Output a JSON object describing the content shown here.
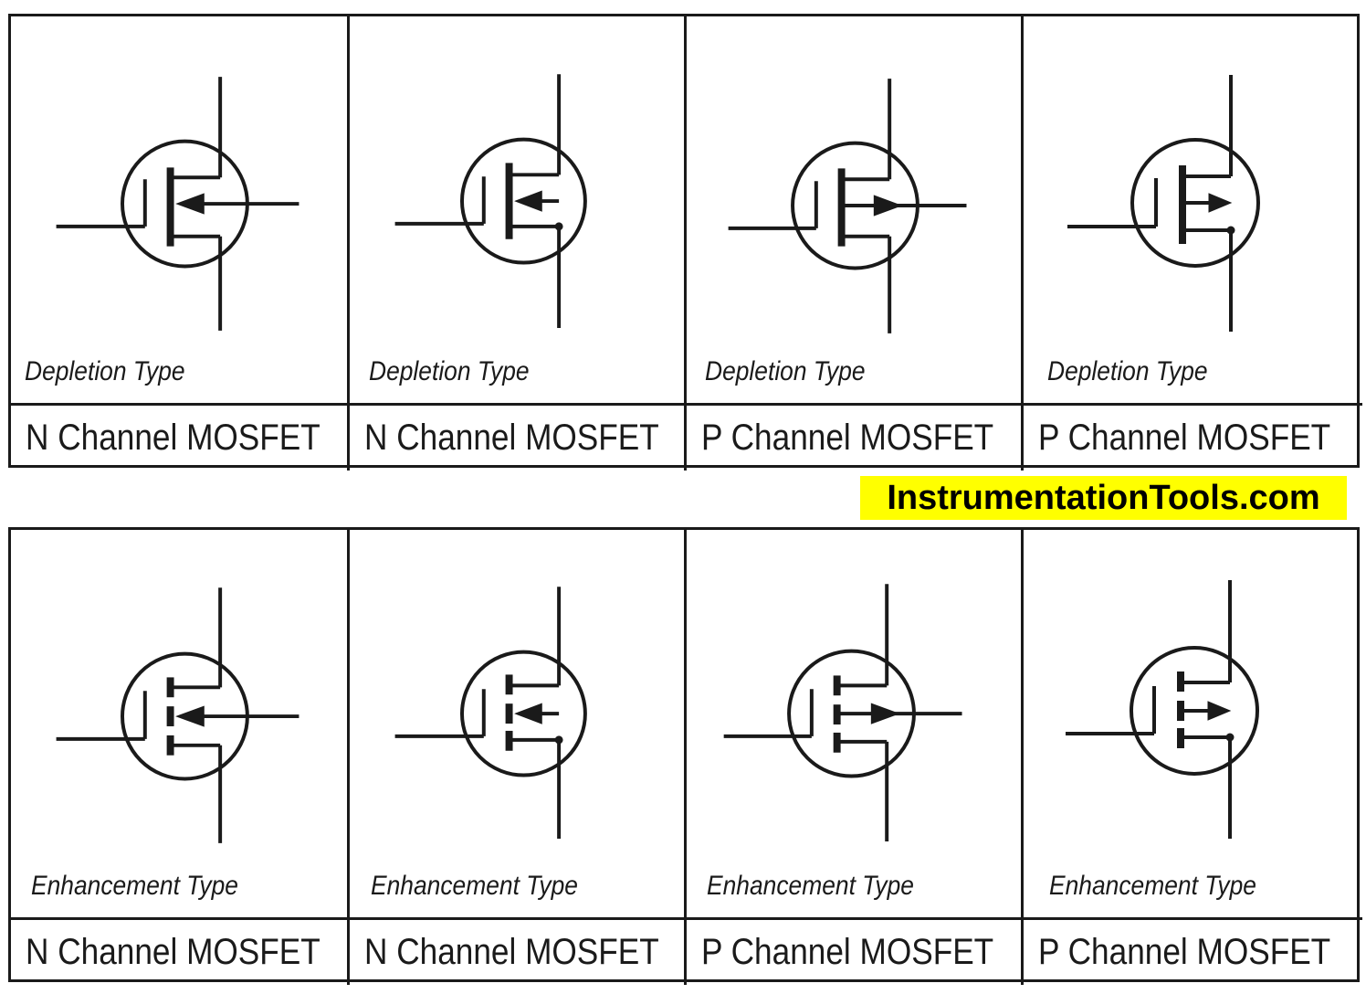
{
  "depletion_row": [
    {
      "type_label": "Depletion Type",
      "channel_label": "N Channel MOSFET"
    },
    {
      "type_label": "Depletion Type",
      "channel_label": "N Channel MOSFET"
    },
    {
      "type_label": "Depletion Type",
      "channel_label": "P Channel MOSFET"
    },
    {
      "type_label": "Depletion Type",
      "channel_label": "P Channel MOSFET"
    }
  ],
  "enhancement_row": [
    {
      "type_label": "Enhancement Type",
      "channel_label": "N Channel MOSFET"
    },
    {
      "type_label": "Enhancement Type",
      "channel_label": "N Channel MOSFET"
    },
    {
      "type_label": "Enhancement Type",
      "channel_label": "P Channel MOSFET"
    },
    {
      "type_label": "Enhancement Type",
      "channel_label": "P Channel MOSFET"
    }
  ],
  "brand": {
    "text": "InstrumentationTools.com",
    "highlight_color": "#ffff00"
  }
}
